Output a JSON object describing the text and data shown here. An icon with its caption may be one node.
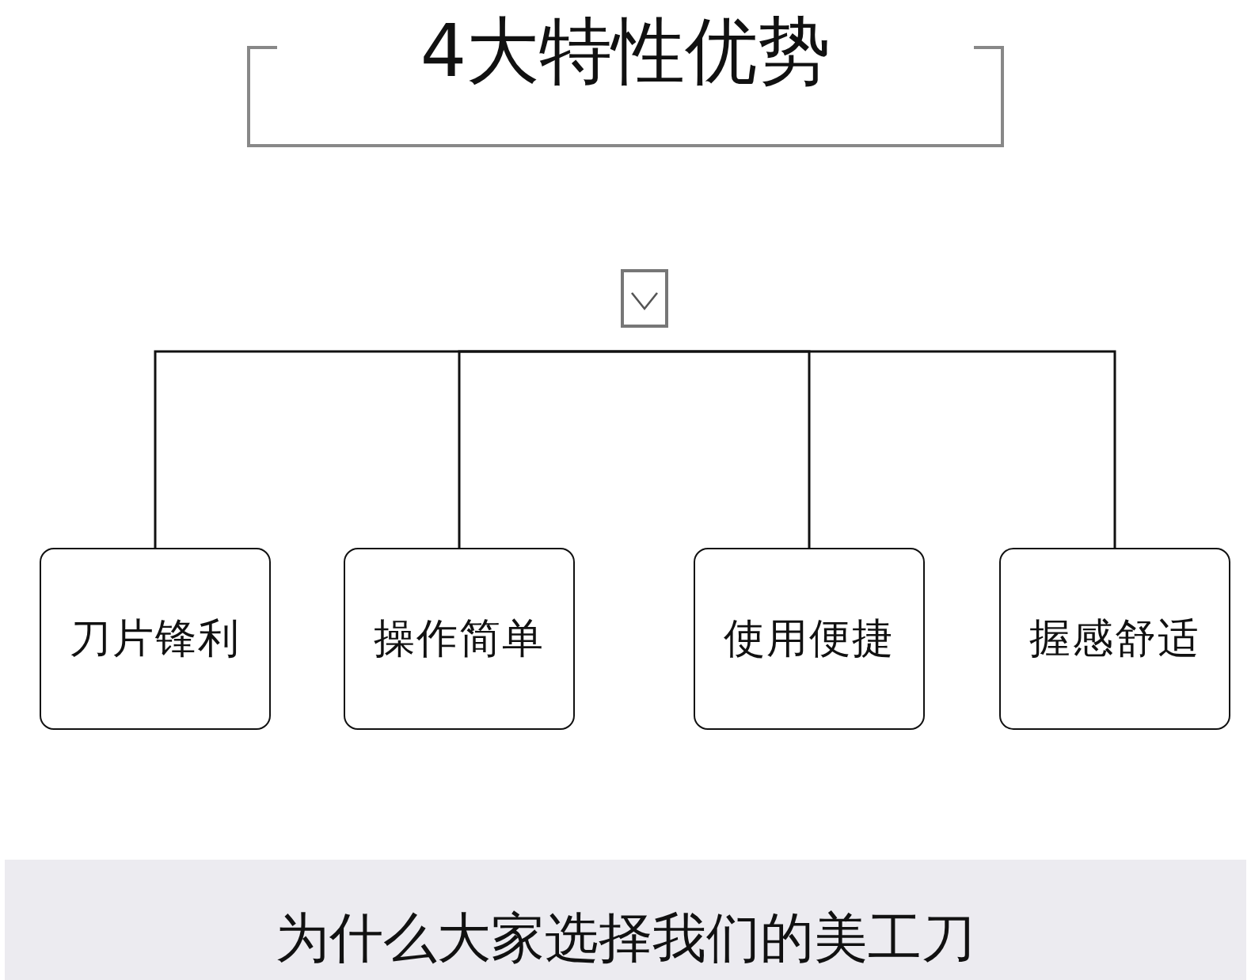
{
  "diagram": {
    "title": "4大特性优势",
    "nodes": [
      {
        "text": [],
        "shape": "box"
      },
      {
        "text": [
          "刀片锋利"
        ]
      },
      {
        "text": [
          "操作简单"
        ]
      },
      {
        "text": [
          "使用便捷"
        ]
      },
      {
        "text": [
          "握感舒适"
        ]
      }
    ],
    "edges": [
      {
        "from": 0,
        "to": 1,
        "arrow": "none"
      },
      {
        "from": 0,
        "to": 2,
        "arrow": "none"
      },
      {
        "from": 0,
        "to": 3,
        "arrow": "none"
      },
      {
        "from": 0,
        "to": 4,
        "arrow": "none"
      }
    ],
    "labels": [
      "为什么大家选择我们的美工刀"
    ]
  }
}
